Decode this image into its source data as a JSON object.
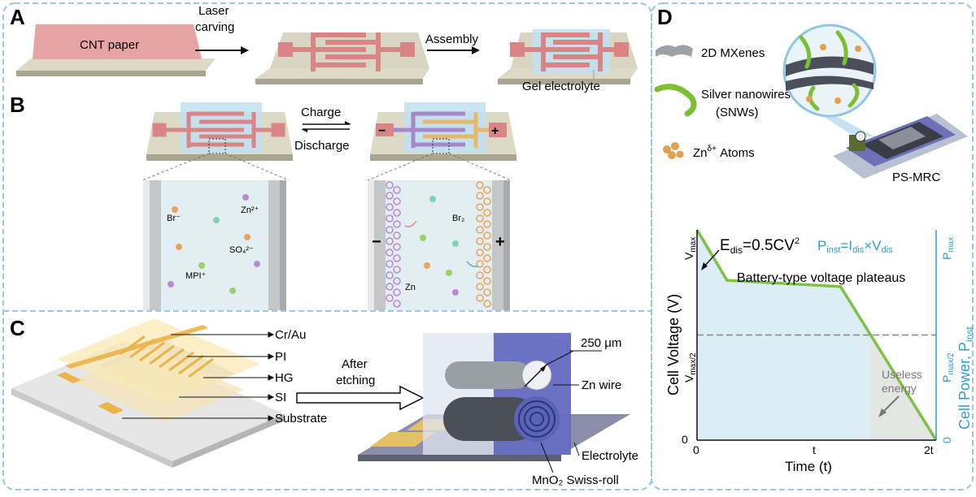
{
  "panel_labels": {
    "a": "A",
    "b": "B",
    "c": "C",
    "d": "D"
  },
  "panel_a": {
    "paper_label": "CNT paper",
    "step1_line1": "Laser",
    "step1_line2": "carving",
    "step2": "Assembly",
    "electrolyte_label": "Gel electrolyte"
  },
  "panel_b": {
    "charge": "Charge",
    "discharge": "Discharge",
    "minus": "−",
    "plus": "+",
    "ions_left": {
      "br": "Br⁻",
      "zn": "Zn²⁺",
      "so4": "SO₄²⁻",
      "mpi": "MPI⁺"
    },
    "ions_right": {
      "br2": "Br₂",
      "zn": "Zn"
    }
  },
  "panel_c": {
    "layers": [
      "Cr/Au",
      "PI",
      "HG",
      "SI",
      "Substrate"
    ],
    "etch_line1": "After",
    "etch_line2": "etching",
    "dimension": "250 μm",
    "zn_wire": "Zn wire",
    "electrolyte": "Electrolyte",
    "swiss_roll": "MnO₂ Swiss-roll"
  },
  "panel_d": {
    "legend": [
      "2D MXenes",
      "Silver nanowires",
      "(SNWs)",
      "Zn",
      "δ+",
      " Atoms"
    ],
    "device": "PS-MRC",
    "chart_data": {
      "type": "line",
      "xlabel": "Time (t)",
      "ylabel_left": "Cell Voltage (V)",
      "ylabel_right": "Cell Power, P",
      "ylabel_right_sub": "inst",
      "x_ticks": [
        "0",
        "t",
        "2t"
      ],
      "y_ticks_left": [
        "0",
        "V",
        "max/2",
        "V",
        "max"
      ],
      "y_ticks_right": [
        "0",
        "P",
        "max/2",
        "P",
        "max"
      ],
      "series": [
        {
          "x": [
            0,
            0.25,
            1.2,
            2.0
          ],
          "y": [
            1.0,
            0.76,
            0.73,
            0.0
          ]
        }
      ],
      "reference_line_y": 0.5,
      "annotations": {
        "energy_a": "E",
        "energy_b": "dis",
        "energy_c": "=0.5CV",
        "energy_d": "2",
        "power_a": "P",
        "power_b": "inst",
        "power_c": "=I",
        "power_d": "dis",
        "power_e": "×V",
        "power_f": "dis",
        "plateau": "Battery-type voltage plateaus",
        "useless1": "Useless",
        "useless2": "energy"
      },
      "colors": {
        "line": "#7dc242",
        "fill": "#dcedf5",
        "useless": "#e4e6e4",
        "axis_right": "#2a9fd6"
      }
    }
  }
}
